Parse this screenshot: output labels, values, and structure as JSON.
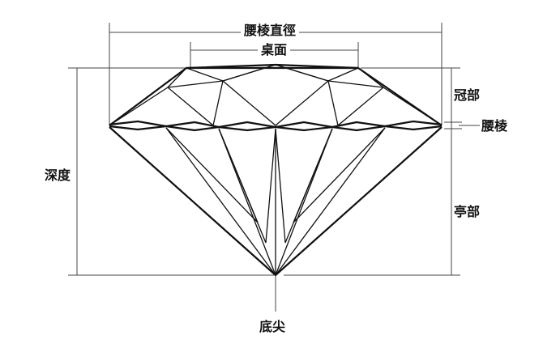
{
  "labels": {
    "girdle_diameter": "腰棱直徑",
    "table": "桌面",
    "crown": "冠部",
    "girdle": "腰棱",
    "depth": "深度",
    "pavilion": "亭部",
    "culet": "底尖"
  }
}
